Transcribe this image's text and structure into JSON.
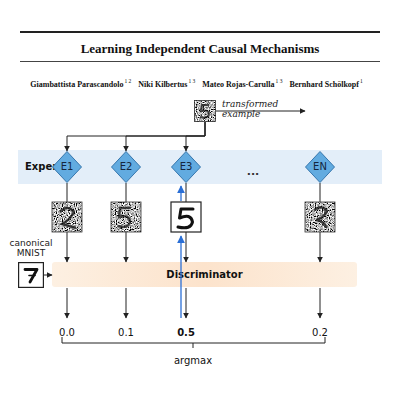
{
  "diagram": {
    "title": "Learning Independent Causal Mechanisms",
    "nodes": [
      {
        "text": [
          "transformed example"
        ]
      },
      {
        "text": [
          "Experts"
        ]
      },
      {
        "text": [
          "E1"
        ],
        "in": 1
      },
      {
        "text": [
          "E2"
        ],
        "in": 1
      },
      {
        "text": [
          "E3"
        ],
        "in": 1
      },
      {
        "text": [
          "EN"
        ],
        "in": 1
      },
      {
        "text": [
          "canonical MNIST"
        ]
      },
      {
        "text": [
          "Discriminator"
        ]
      }
    ],
    "edges": [
      {
        "from": 0,
        "to": 2,
        "arrow": "to"
      },
      {
        "from": 0,
        "to": 3,
        "arrow": "to"
      },
      {
        "from": 0,
        "to": 4,
        "arrow": "to"
      },
      {
        "from": 0,
        "to": 5,
        "arrow": "to"
      },
      {
        "from": 2,
        "to": 7,
        "arrow": "to"
      },
      {
        "from": 3,
        "to": 7,
        "arrow": "to"
      },
      {
        "from": 4,
        "to": 7,
        "arrow": "to"
      },
      {
        "from": 5,
        "to": 7,
        "arrow": "to"
      },
      {
        "from": 6,
        "to": 7,
        "arrow": "to"
      }
    ],
    "labels": [
      "Giambattista Parascandolo",
      "1 2",
      "Niki Kilbertus",
      "1 3",
      "Mateo Rojas-Carulla",
      "1 3",
      "Bernhard Schölkopf",
      "1",
      "...",
      "0.0",
      "0.1",
      "0.5",
      "0.2",
      "argmax"
    ]
  }
}
